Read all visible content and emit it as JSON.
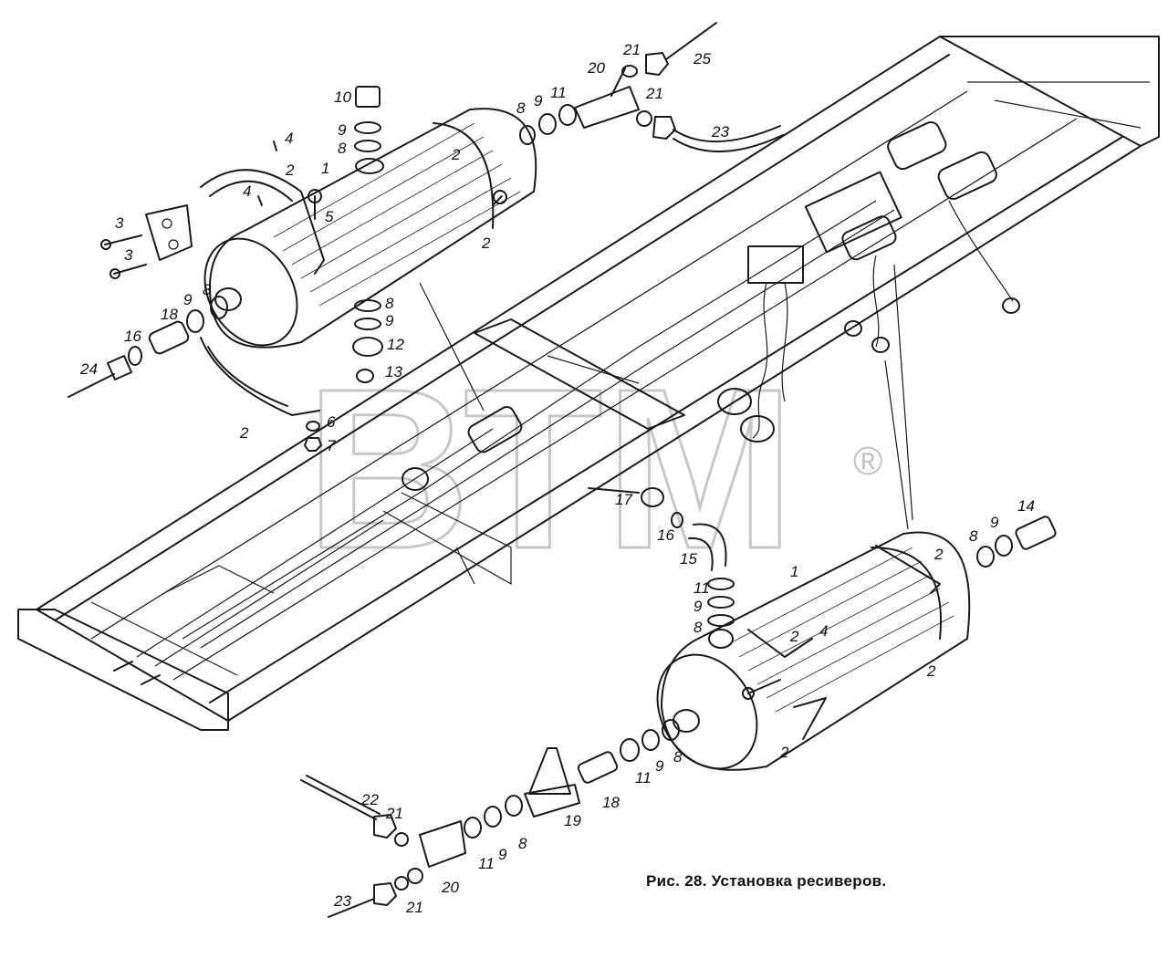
{
  "figure": {
    "caption": "Рис. 28. Установка ресиверов."
  },
  "watermark": {
    "text": "ВТМ",
    "registered": "®"
  },
  "callouts": [
    {
      "id": "c1",
      "text": "10"
    },
    {
      "id": "c2",
      "text": "9"
    },
    {
      "id": "c3",
      "text": "8"
    },
    {
      "id": "c4",
      "text": "4"
    },
    {
      "id": "c5",
      "text": "2"
    },
    {
      "id": "c6",
      "text": "1"
    },
    {
      "id": "c7",
      "text": "2"
    },
    {
      "id": "c8",
      "text": "4"
    },
    {
      "id": "c9",
      "text": "5"
    },
    {
      "id": "c10",
      "text": "3"
    },
    {
      "id": "c11",
      "text": "3"
    },
    {
      "id": "c12",
      "text": "2"
    },
    {
      "id": "c13",
      "text": "8"
    },
    {
      "id": "c14",
      "text": "9"
    },
    {
      "id": "c15",
      "text": "12"
    },
    {
      "id": "c16",
      "text": "13"
    },
    {
      "id": "c17",
      "text": "18"
    },
    {
      "id": "c18",
      "text": "9"
    },
    {
      "id": "c19",
      "text": "8"
    },
    {
      "id": "c20",
      "text": "16"
    },
    {
      "id": "c21",
      "text": "24"
    },
    {
      "id": "c22",
      "text": "2"
    },
    {
      "id": "c23",
      "text": "6"
    },
    {
      "id": "c24",
      "text": "7"
    },
    {
      "id": "c25",
      "text": "8"
    },
    {
      "id": "c26",
      "text": "9"
    },
    {
      "id": "c27",
      "text": "11"
    },
    {
      "id": "c28",
      "text": "20"
    },
    {
      "id": "c29",
      "text": "21"
    },
    {
      "id": "c30",
      "text": "25"
    },
    {
      "id": "c31",
      "text": "21"
    },
    {
      "id": "c32",
      "text": "23"
    },
    {
      "id": "c33",
      "text": "17"
    },
    {
      "id": "c34",
      "text": "16"
    },
    {
      "id": "c35",
      "text": "15"
    },
    {
      "id": "c36",
      "text": "11"
    },
    {
      "id": "c37",
      "text": "9"
    },
    {
      "id": "c38",
      "text": "8"
    },
    {
      "id": "c39",
      "text": "14"
    },
    {
      "id": "c40",
      "text": "9"
    },
    {
      "id": "c41",
      "text": "8"
    },
    {
      "id": "c42",
      "text": "1"
    },
    {
      "id": "c43",
      "text": "2"
    },
    {
      "id": "c44",
      "text": "2"
    },
    {
      "id": "c45",
      "text": "4"
    },
    {
      "id": "c46",
      "text": "2"
    },
    {
      "id": "c47",
      "text": "2"
    },
    {
      "id": "c48",
      "text": "8"
    },
    {
      "id": "c49",
      "text": "9"
    },
    {
      "id": "c50",
      "text": "11"
    },
    {
      "id": "c51",
      "text": "18"
    },
    {
      "id": "c52",
      "text": "19"
    },
    {
      "id": "c53",
      "text": "8"
    },
    {
      "id": "c54",
      "text": "9"
    },
    {
      "id": "c55",
      "text": "11"
    },
    {
      "id": "c56",
      "text": "20"
    },
    {
      "id": "c57",
      "text": "21"
    },
    {
      "id": "c58",
      "text": "22"
    },
    {
      "id": "c59",
      "text": "21"
    },
    {
      "id": "c60",
      "text": "23"
    }
  ]
}
